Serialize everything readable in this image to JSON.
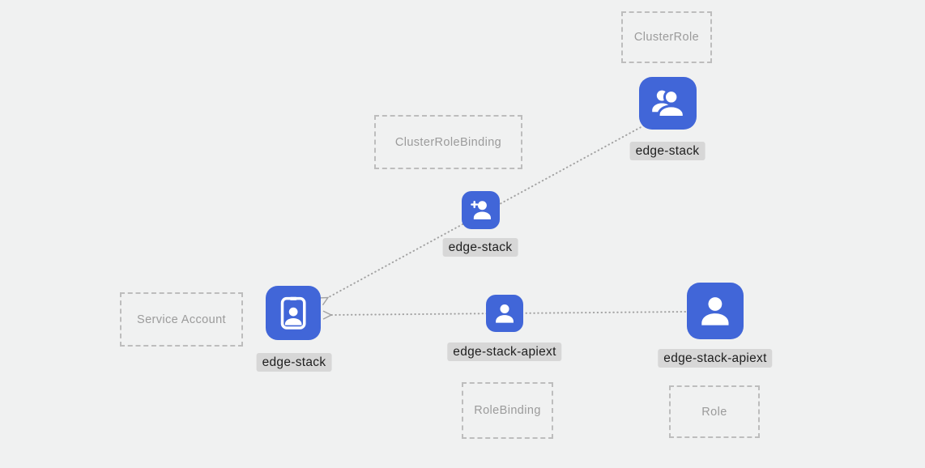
{
  "colors": {
    "page_bg": "#f0f1f1",
    "node_blue": "#4166d8",
    "box_border": "#bdbdbd",
    "box_text": "#9b9b9b",
    "connector_color": "#a3a3a3",
    "chip_bg": "#d7d7d7",
    "chip_text": "#1e1e1e"
  },
  "category_boxes": [
    {
      "id": "cluster-role",
      "label": "ClusterRole"
    },
    {
      "id": "cluster-role-binding",
      "label": "ClusterRoleBinding"
    },
    {
      "id": "service-account",
      "label": "Service Account"
    },
    {
      "id": "role-binding",
      "label": "RoleBinding"
    },
    {
      "id": "role",
      "label": "Role"
    }
  ],
  "nodes": [
    {
      "id": "clusterrole-edge-stack",
      "label": "edge-stack",
      "icon": "users-icon"
    },
    {
      "id": "clusterrolebinding-edge-stack",
      "label": "edge-stack",
      "icon": "user-plus-icon"
    },
    {
      "id": "serviceaccount-edge-stack",
      "label": "edge-stack",
      "icon": "id-badge-icon"
    },
    {
      "id": "rolebinding-edge-stack-apiext",
      "label": "edge-stack-apiext",
      "icon": "user-icon"
    },
    {
      "id": "role-edge-stack-apiext",
      "label": "edge-stack-apiext",
      "icon": "user-icon"
    }
  ],
  "connectors": [
    {
      "from": "clusterrole-edge-stack",
      "to": "serviceaccount-edge-stack",
      "style": "dotted-arrow"
    },
    {
      "from": "role-edge-stack-apiext",
      "to": "serviceaccount-edge-stack",
      "style": "dotted-arrow"
    }
  ]
}
